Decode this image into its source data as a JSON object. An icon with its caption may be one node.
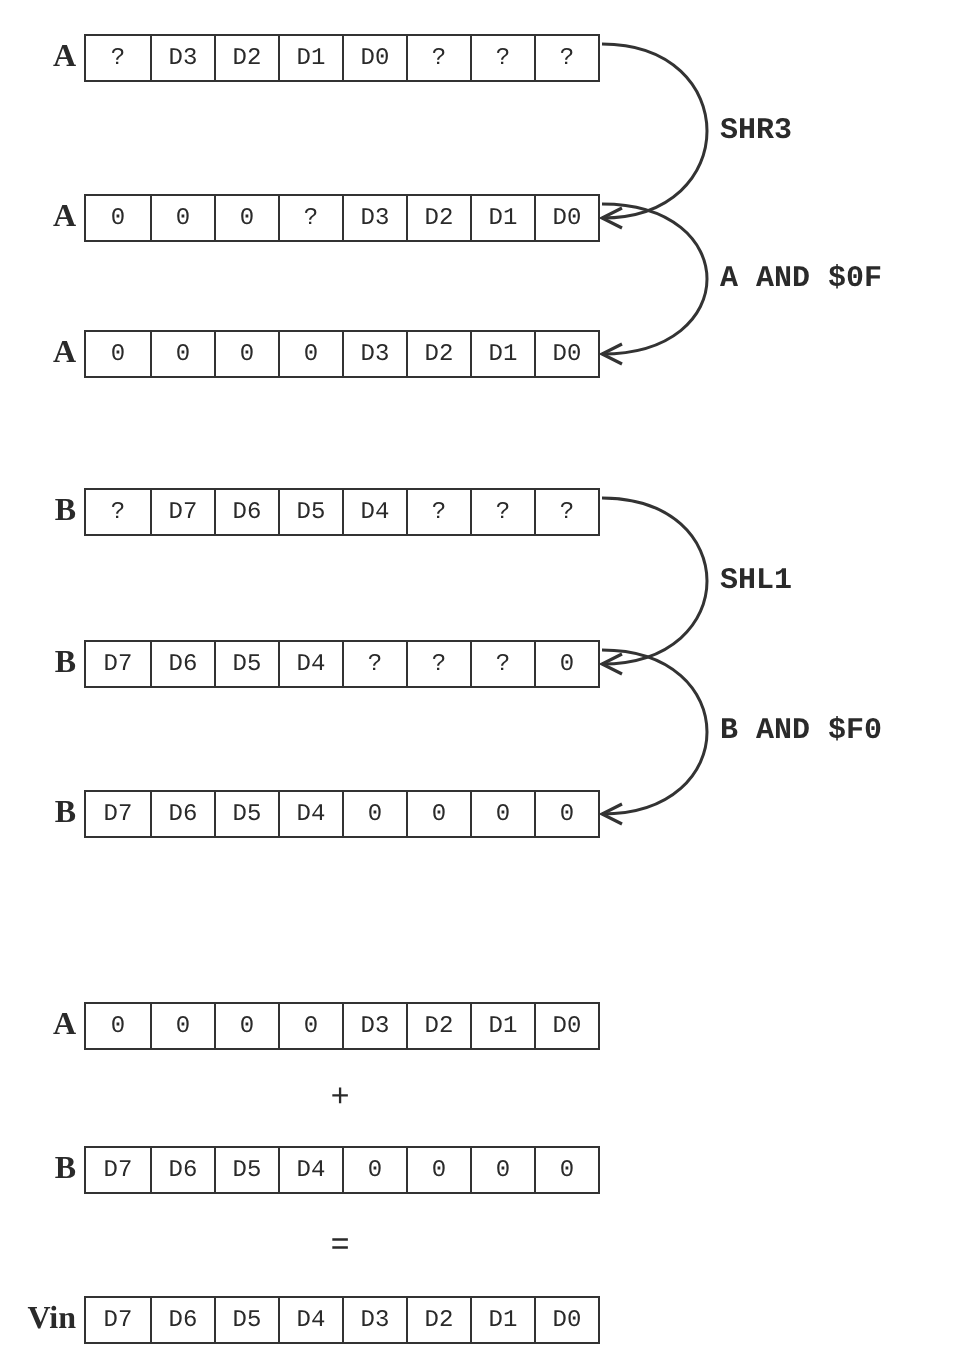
{
  "diagram": {
    "nodes": [
      {
        "text": [
          "?",
          "D3",
          "D2",
          "D1",
          "D0",
          "?",
          "?",
          "?"
        ],
        "beside": [
          "A"
        ]
      },
      {
        "text": [
          "0",
          "0",
          "0",
          "?",
          "D3",
          "D2",
          "D1",
          "D0"
        ],
        "beside": [
          "A"
        ]
      },
      {
        "text": [
          "0",
          "0",
          "0",
          "0",
          "D3",
          "D2",
          "D1",
          "D0"
        ],
        "beside": [
          "A"
        ]
      },
      {
        "text": [
          "?",
          "D7",
          "D6",
          "D5",
          "D4",
          "?",
          "?",
          "?"
        ],
        "beside": [
          "B"
        ]
      },
      {
        "text": [
          "D7",
          "D6",
          "D5",
          "D4",
          "?",
          "?",
          "?",
          "0"
        ],
        "beside": [
          "B"
        ]
      },
      {
        "text": [
          "D7",
          "D6",
          "D5",
          "D4",
          "0",
          "0",
          "0",
          "0"
        ],
        "beside": [
          "B"
        ]
      },
      {
        "text": [
          "0",
          "0",
          "0",
          "0",
          "D3",
          "D2",
          "D1",
          "D0"
        ],
        "beside": [
          "A"
        ]
      },
      {
        "text": [
          "D7",
          "D6",
          "D5",
          "D4",
          "0",
          "0",
          "0",
          "0"
        ],
        "beside": [
          "B"
        ]
      },
      {
        "text": [
          "D7",
          "D6",
          "D5",
          "D4",
          "D3",
          "D2",
          "D1",
          "D0"
        ],
        "beside": [
          "Vin"
        ]
      }
    ],
    "edges": [
      {
        "from": 0,
        "to": 1,
        "arrow": "to",
        "label": "SHR3"
      },
      {
        "from": 1,
        "to": 2,
        "arrow": "to",
        "label": "A AND $0F"
      },
      {
        "from": 3,
        "to": 4,
        "arrow": "to",
        "label": "SHL1"
      },
      {
        "from": 4,
        "to": 5,
        "arrow": "to",
        "label": "B AND $F0"
      }
    ],
    "labels": [
      "+",
      "="
    ]
  }
}
